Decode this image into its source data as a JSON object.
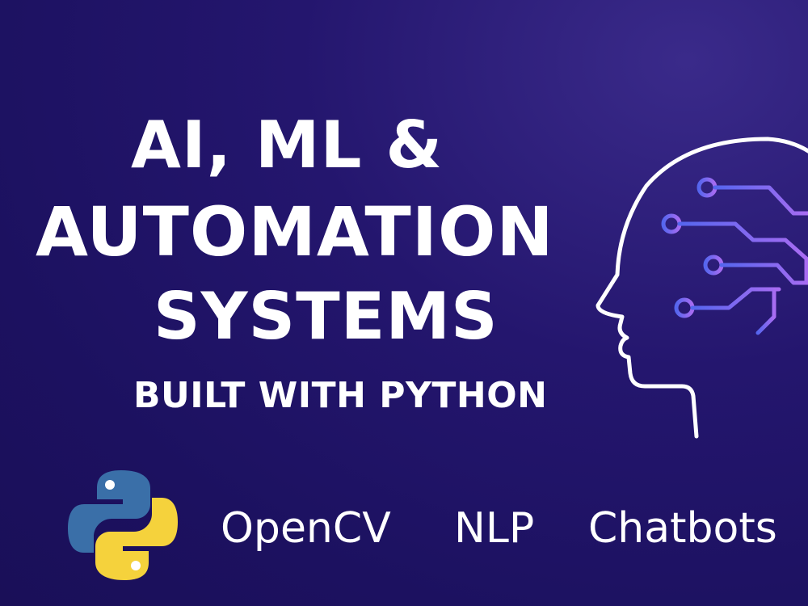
{
  "headline": {
    "line1": "AI, ML &",
    "line2": "AUTOMATION",
    "line3": "SYSTEMS",
    "subtitle": "BUILT WITH PYTHON"
  },
  "topics": [
    "OpenCV",
    "NLP",
    "Chatbots"
  ],
  "icons": {
    "head": "brain-circuit-head-icon",
    "python": "python-logo-icon"
  },
  "colors": {
    "background": "#1c1160",
    "text": "#ffffff",
    "circuit_start": "#5b6cf0",
    "circuit_end": "#a66cf0",
    "python_blue": "#3a6fa8",
    "python_yellow": "#f5d23c"
  }
}
